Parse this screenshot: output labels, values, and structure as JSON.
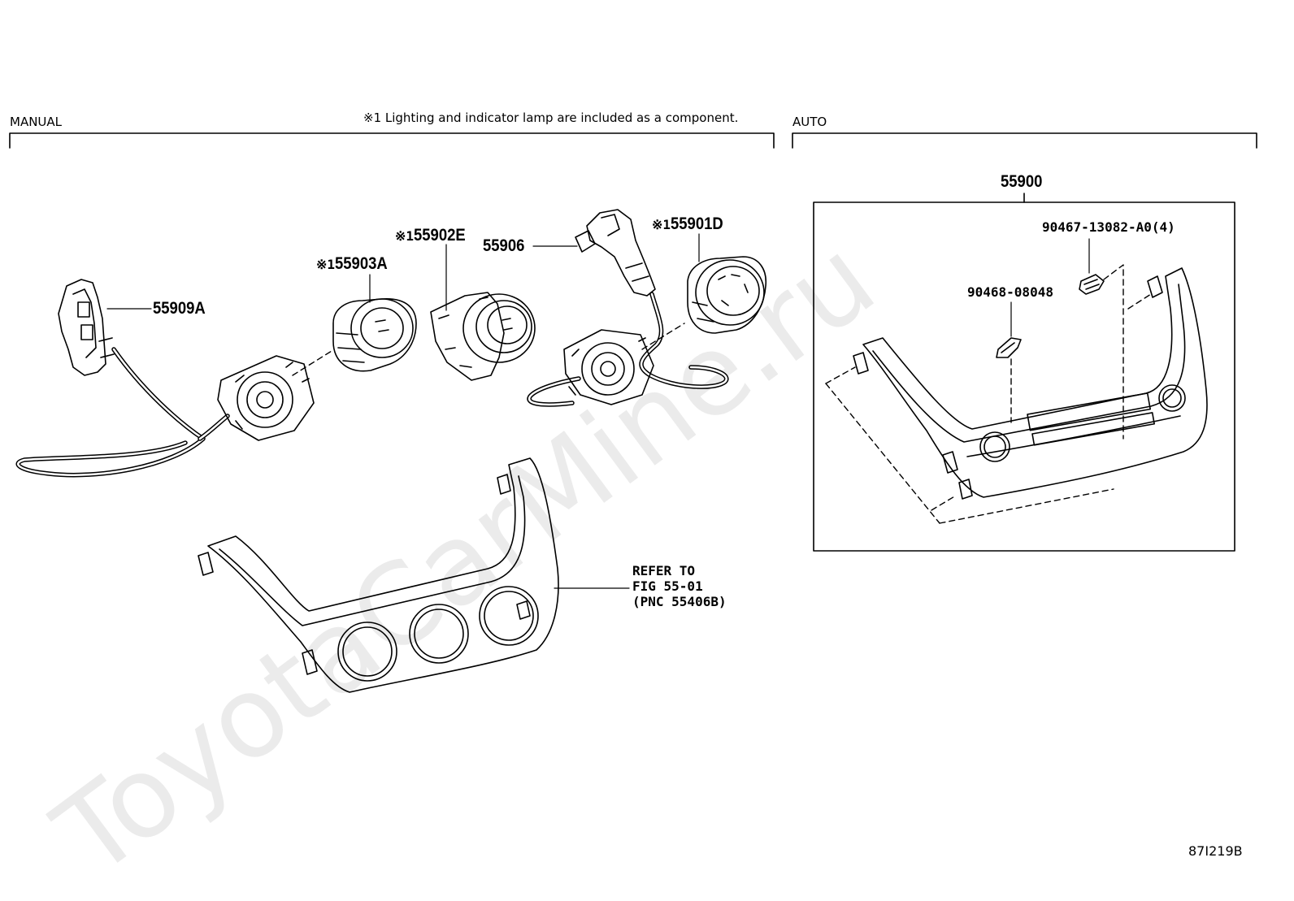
{
  "sections": {
    "manual": "MANUAL",
    "auto": "AUTO"
  },
  "note": "※1 Lighting and indicator lamp are included as a component.",
  "parts": {
    "p55909A": "55909A",
    "p55903A": "55903A",
    "p55902E": "55902E",
    "p55906": "55906",
    "p55901D": "55901D",
    "p55900": "55900",
    "p90467": "90467-13082-A0(4)",
    "p90468": "90468-08048"
  },
  "mark": "※1",
  "reference": {
    "line1": "REFER TO",
    "line2": "FIG 55-01",
    "line3": "(PNC 55406B)"
  },
  "illustration_code": "87I219B",
  "watermark": "ToyotaCarMine.ru"
}
